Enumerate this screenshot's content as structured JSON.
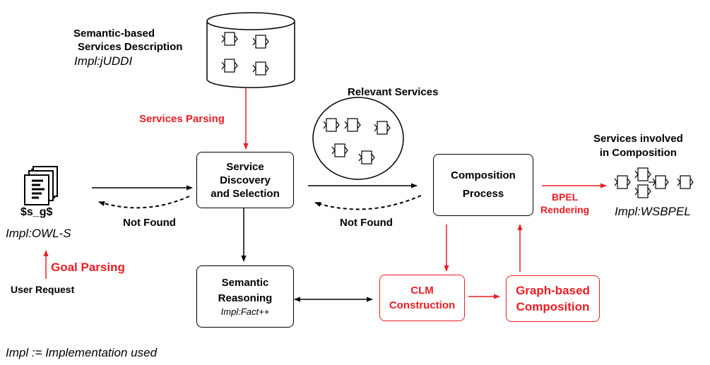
{
  "registry": {
    "title_line1": "Semantic-based",
    "title_line2": "Services Description",
    "impl": "Impl:jUDDI"
  },
  "services_parsing": "Services Parsing",
  "relevant_services": "Relevant Services",
  "involved_services": {
    "title_line1": "Services involved",
    "title_line2": "in Composition",
    "impl": "Impl:WSBPEL"
  },
  "goal": {
    "label": "$s_g$",
    "impl": "Impl:OWL-S",
    "parsing": "Goal Parsing",
    "user_request": "User Request"
  },
  "discovery_box": {
    "line1": "Service",
    "line2": "Discovery",
    "line3": "and Selection"
  },
  "composition_box": {
    "line1": "Composition",
    "line2": "Process"
  },
  "reasoning_box": {
    "line1": "Semantic",
    "line2": "Reasoning",
    "impl": "Impl:Fact++"
  },
  "clm_box": {
    "line1": "CLM",
    "line2": "Construction"
  },
  "graph_box": {
    "line1": "Graph-based",
    "line2": "Composition"
  },
  "not_found_1": "Not Found",
  "not_found_2": "Not Found",
  "bpel": {
    "line1": "BPEL",
    "line2": "Rendering"
  },
  "footnote": "Impl := Implementation used",
  "colors": {
    "red": "#ee1c24",
    "black": "#000000"
  }
}
